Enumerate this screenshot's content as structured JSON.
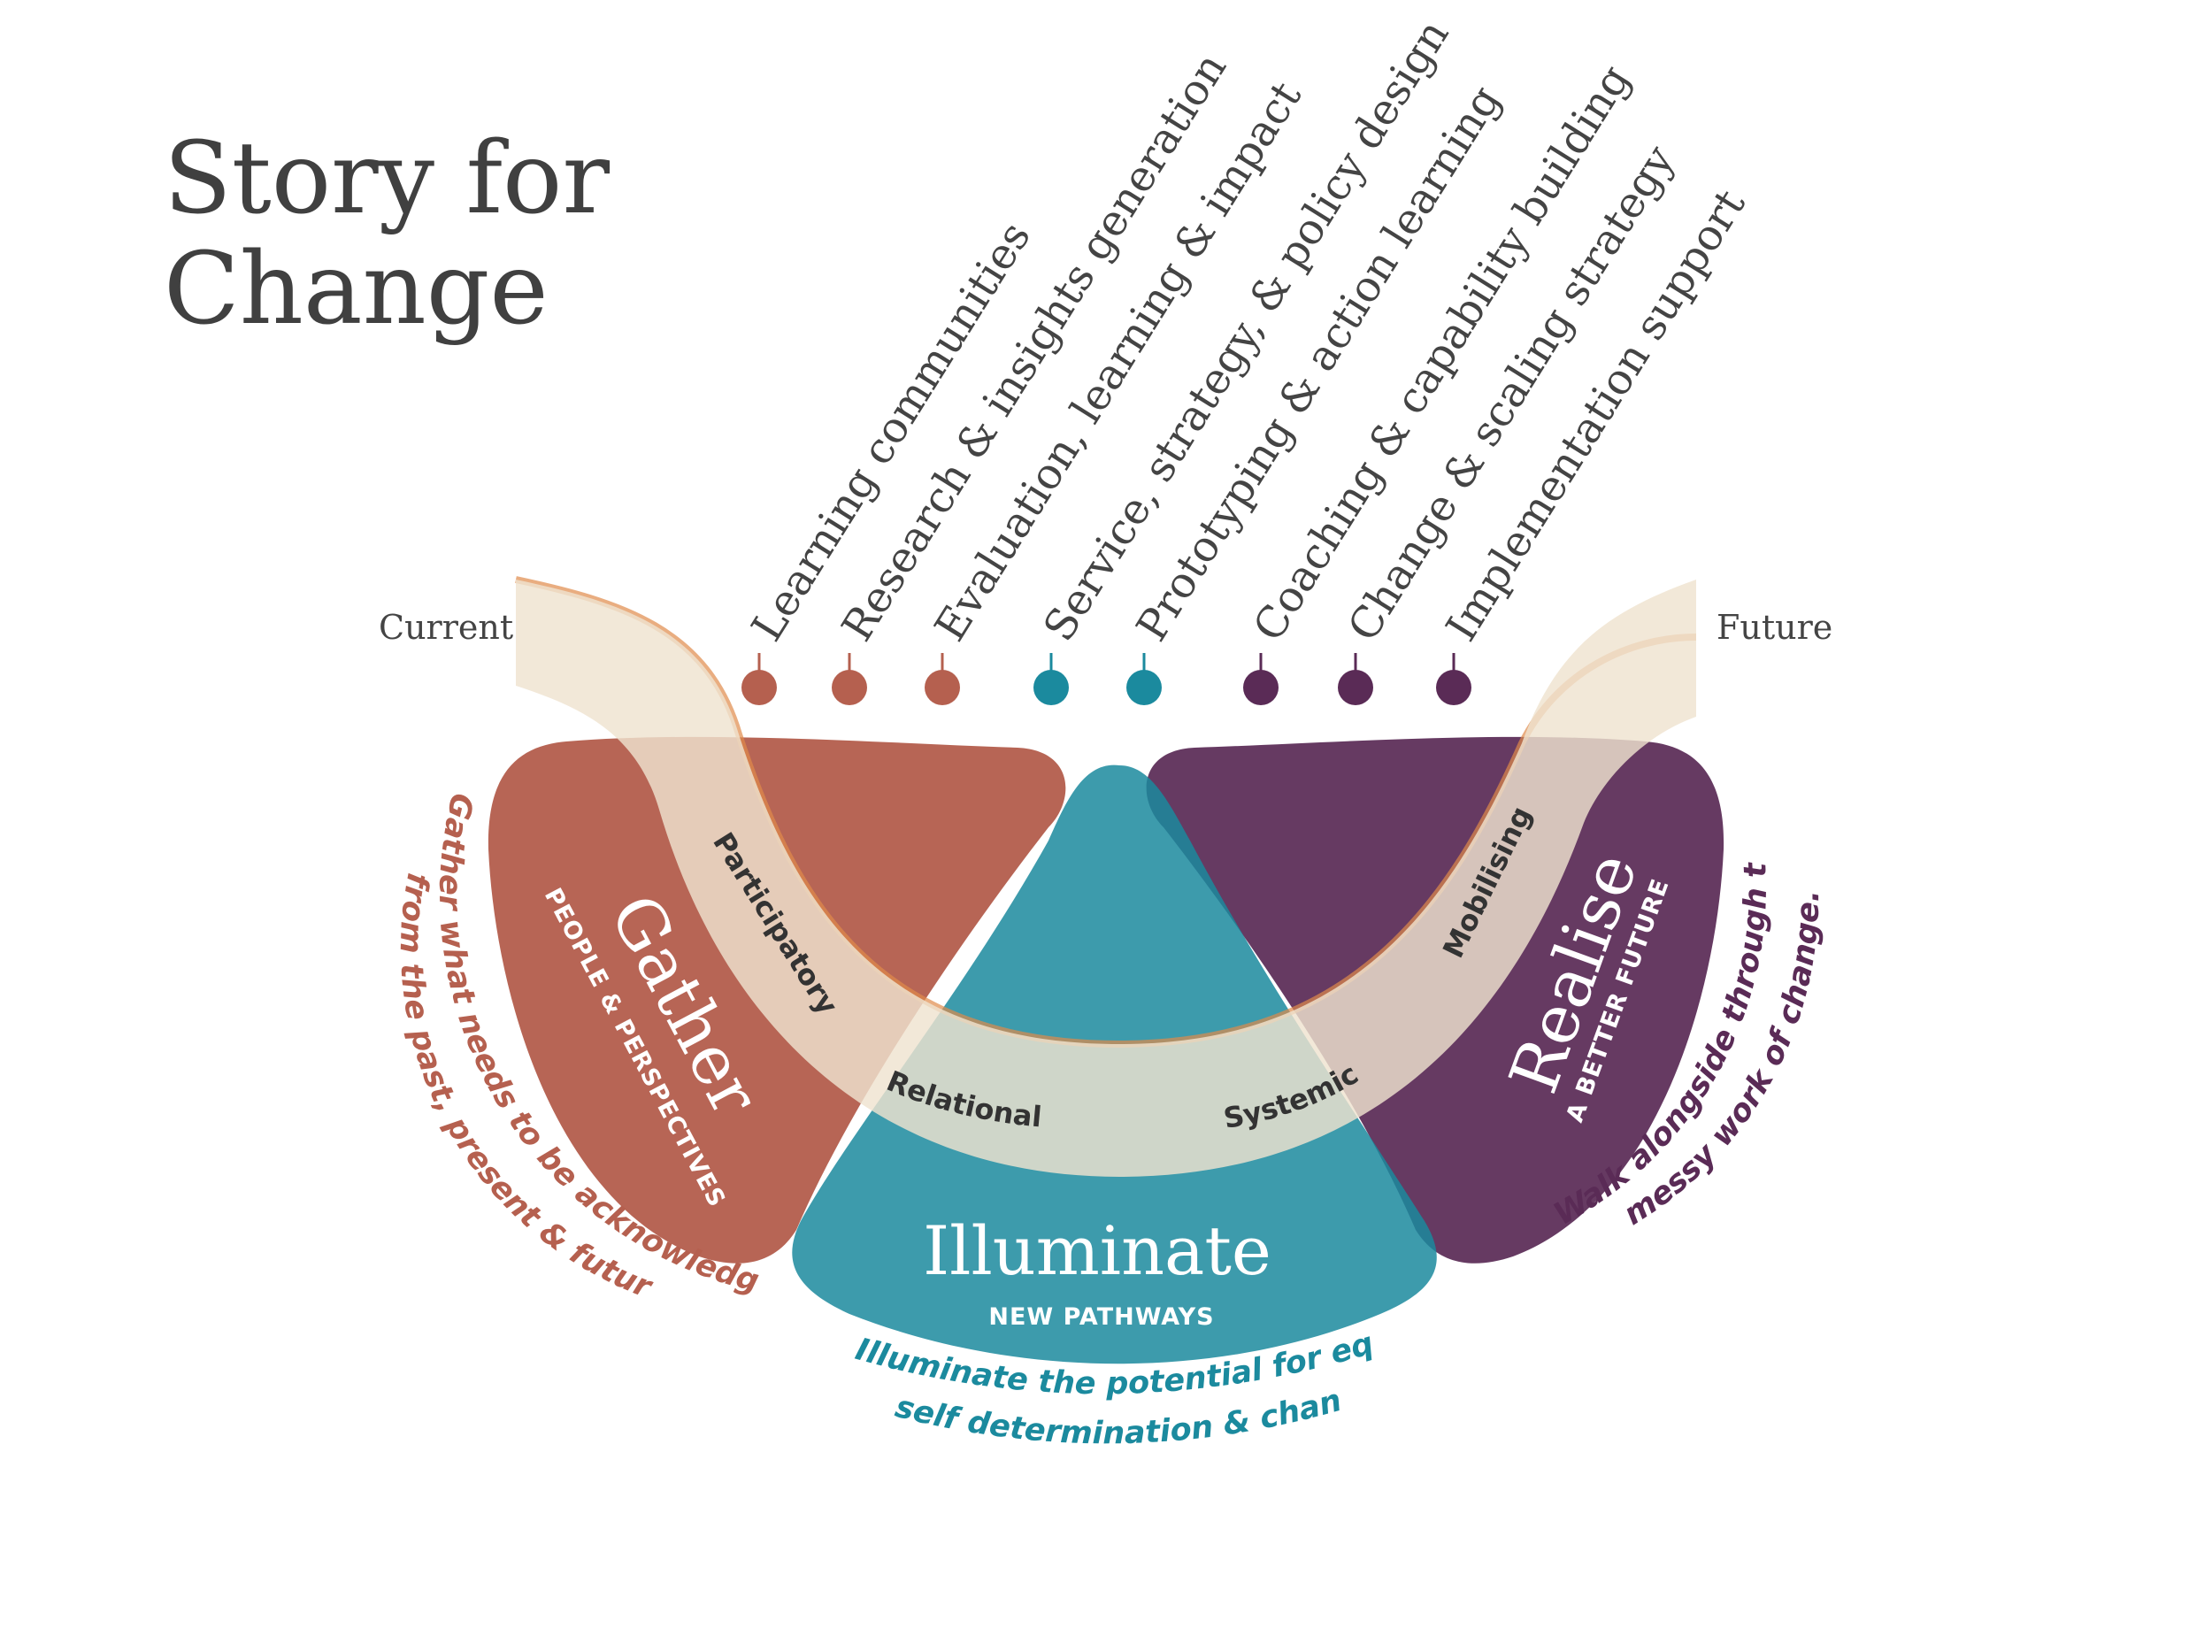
{
  "title": {
    "line1": "Story for",
    "line2": "Change"
  },
  "ends": {
    "current": "Current",
    "future": "Future"
  },
  "services": [
    {
      "label": "Learning communities",
      "color": "#b5604f"
    },
    {
      "label": "Research & insights generation",
      "color": "#b5604f"
    },
    {
      "label": "Evaluation, learning & impact",
      "color": "#b5604f"
    },
    {
      "label": "Service, strategy, & policy design",
      "color": "#1b8a9e"
    },
    {
      "label": "Prototyping & action learning",
      "color": "#1b8a9e"
    },
    {
      "label": "Coaching & capability building",
      "color": "#5a2b56"
    },
    {
      "label": "Change & scaling strategy",
      "color": "#5a2b56"
    },
    {
      "label": "Implementation support",
      "color": "#5a2b56"
    }
  ],
  "path_labels": {
    "participatory": "Participatory",
    "relational": "Relational",
    "systemic": "Systemic",
    "mobilising": "Mobilising"
  },
  "phases": {
    "gather": {
      "title": "Gather",
      "subtitle": "PEOPLE & PERSPECTIVES",
      "caption_line1": "Gather what needs to be acknowledged",
      "caption_line2": "from the past, present & future.",
      "color": "#b5604f"
    },
    "illuminate": {
      "title": "Illuminate",
      "subtitle": "NEW PATHWAYS",
      "caption_line1": "Illuminate the potential for equity,",
      "caption_line2": "self determination & change.",
      "color": "#1b8a9e"
    },
    "realise": {
      "title": "Realise",
      "subtitle": "A BETTER FUTURE",
      "caption_line1": "Walk alongside through the",
      "caption_line2": "messy work of change.",
      "color": "#5a2b56"
    }
  },
  "colors": {
    "path": "#efe3d0",
    "path_edge": "#e08a4a"
  }
}
